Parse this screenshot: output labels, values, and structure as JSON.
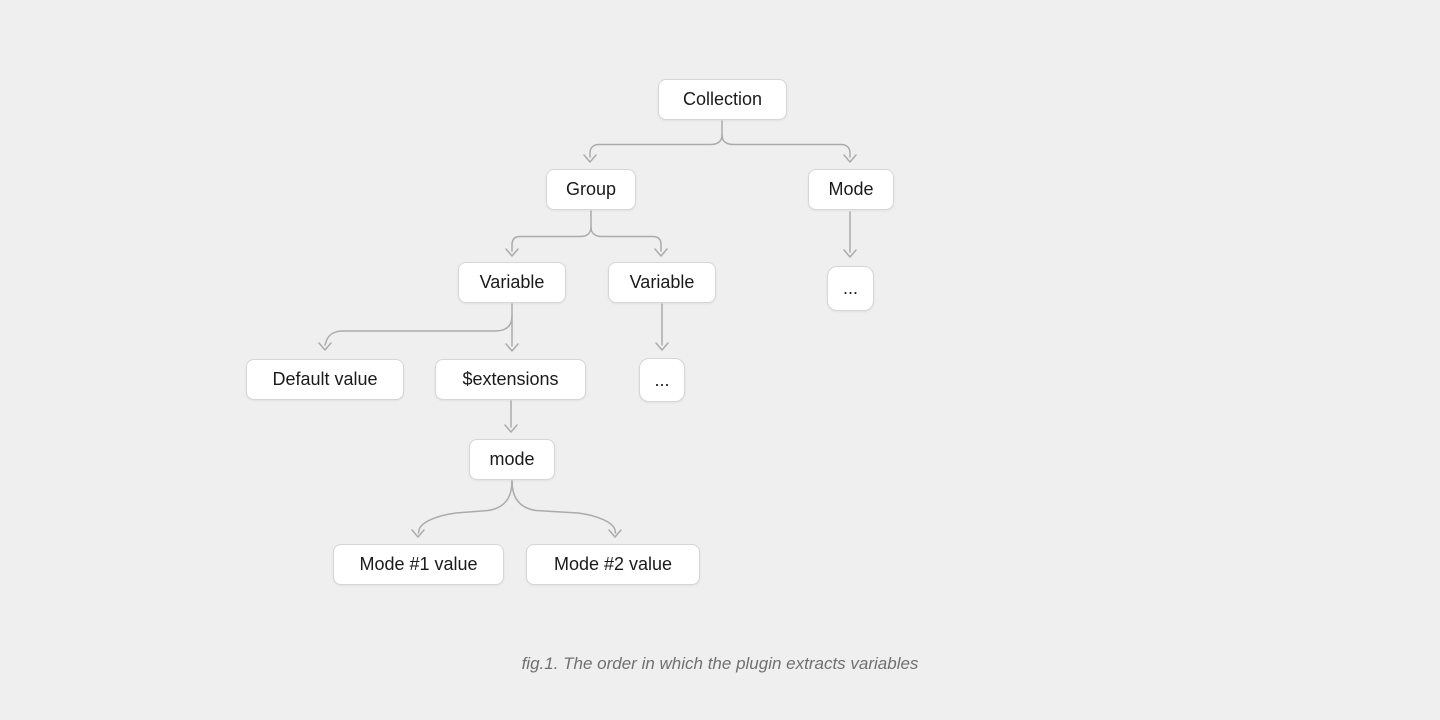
{
  "figure": {
    "caption": "fig.1. The order in which the plugin extracts variables",
    "nodes": {
      "collection": "Collection",
      "group": "Group",
      "mode": "Mode",
      "variable_left": "Variable",
      "variable_right": "Variable",
      "mode_ellipsis": "...",
      "default_value": "Default value",
      "extensions": "$extensions",
      "variable_ellipsis": "...",
      "mode_key": "mode",
      "mode1_value": "Mode #1 value",
      "mode2_value": "Mode #2 value"
    },
    "colors": {
      "background": "#efefef",
      "node_fill": "#ffffff",
      "node_border": "#d6d6d6",
      "connector": "#ababab",
      "text": "#1a1a1a",
      "caption_text": "#707070"
    }
  }
}
